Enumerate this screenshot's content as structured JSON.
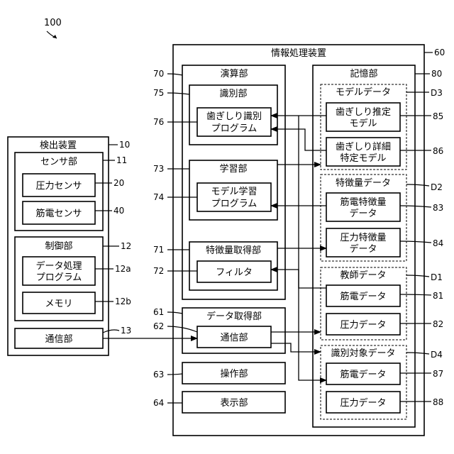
{
  "figure_number": "100",
  "detector": {
    "title": "検出装置",
    "ref": "10",
    "sensor_unit": {
      "label": "センサ部",
      "ref": "11"
    },
    "pressure_sensor": {
      "label": "圧力センサ",
      "ref": "20"
    },
    "emg_sensor": {
      "label": "筋電センサ",
      "ref": "40"
    },
    "control_unit": {
      "label": "制御部",
      "ref": "12"
    },
    "data_program": {
      "line1": "データ処理",
      "line2": "プログラム",
      "ref": "12a"
    },
    "memory": {
      "label": "メモリ",
      "ref": "12b"
    },
    "comm": {
      "label": "通信部",
      "ref": "13"
    }
  },
  "processor": {
    "title": "情報処理装置",
    "ref": "60",
    "compute": {
      "label": "演算部",
      "ref": "70"
    },
    "identify": {
      "label": "識別部",
      "ref": "75"
    },
    "identify_program": {
      "line1": "歯ぎしり識別",
      "line2": "プログラム",
      "ref": "76"
    },
    "learn": {
      "label": "学習部",
      "ref": "73"
    },
    "learn_program": {
      "line1": "モデル学習",
      "line2": "プログラム",
      "ref": "74"
    },
    "feature_acq": {
      "label": "特徴量取得部",
      "ref": "71"
    },
    "filter": {
      "label": "フィルタ",
      "ref": "72"
    },
    "data_acq": {
      "label": "データ取得部",
      "ref": "61"
    },
    "comm": {
      "label": "通信部",
      "ref": "62"
    },
    "operation": {
      "label": "操作部",
      "ref": "63"
    },
    "display": {
      "label": "表示部",
      "ref": "64"
    },
    "storage": {
      "label": "記憶部",
      "ref": "80"
    },
    "model_data": {
      "label": "モデルデータ",
      "ref": "D3"
    },
    "estimate_model": {
      "line1": "歯ぎしり推定",
      "line2": "モデル",
      "ref": "85"
    },
    "detail_model": {
      "line1": "歯ぎしり詳細",
      "line2": "特定モデル",
      "ref": "86"
    },
    "feature_data": {
      "label": "特徴量データ",
      "ref": "D2"
    },
    "emg_feature": {
      "line1": "筋電特徴量",
      "line2": "データ",
      "ref": "83"
    },
    "pressure_feature": {
      "line1": "圧力特徴量",
      "line2": "データ",
      "ref": "84"
    },
    "teacher_data": {
      "label": "教師データ",
      "ref": "D1"
    },
    "teacher_emg": {
      "label": "筋電データ",
      "ref": "81"
    },
    "teacher_pressure": {
      "label": "圧力データ",
      "ref": "82"
    },
    "target_data": {
      "label": "識別対象データ",
      "ref": "D4"
    },
    "target_emg": {
      "label": "筋電データ",
      "ref": "87"
    },
    "target_pressure": {
      "label": "圧力データ",
      "ref": "88"
    }
  }
}
